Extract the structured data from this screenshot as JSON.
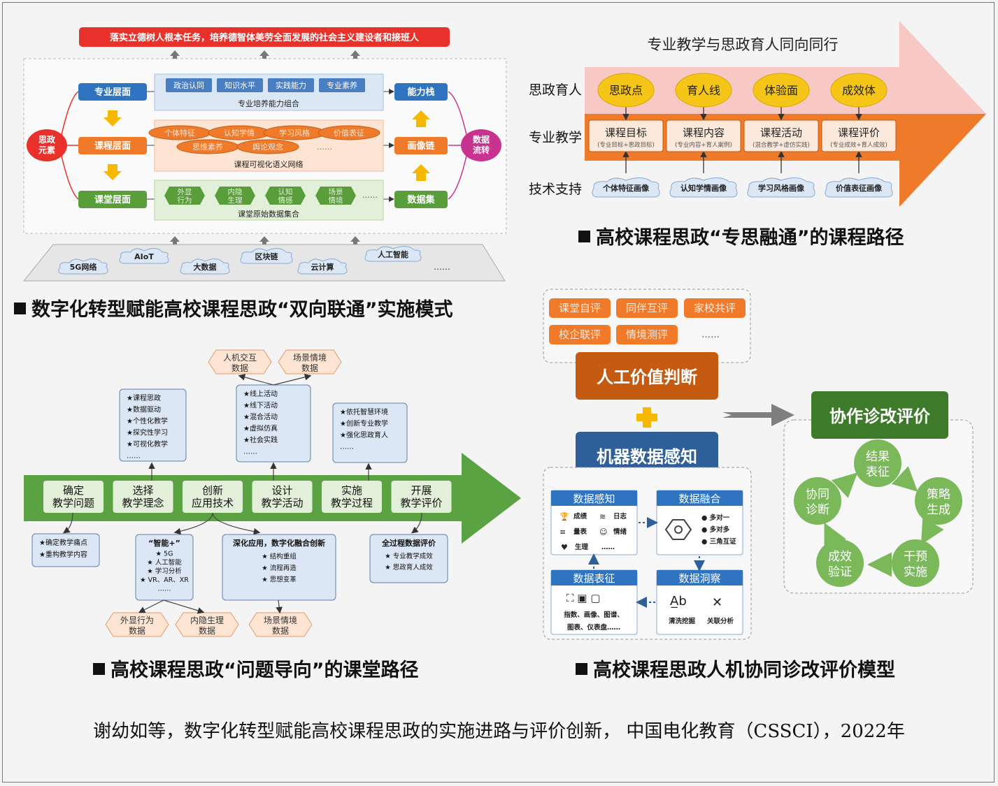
{
  "citation": "谢幼如等，数字化转型赋能高校课程思政的实施进路与评价创新， 中国电化教育（CSSCI），2022年",
  "colors": {
    "red": "#e8312a",
    "blue": "#2e74c0",
    "orange": "#ee7a2a",
    "green": "#5a9e3c",
    "dark_green": "#3d7a2a",
    "magenta": "#c7338f",
    "pink_arrow": "#f8c9c4",
    "teal_arrow": "#5aa242",
    "steel": "#2f5f99",
    "brown": "#c55a11"
  },
  "panel1": {
    "caption": "数字化转型赋能高校课程思政“双向联通”实施模式",
    "top_goal": "落实立德树人根本任务，培养德智体美劳全面发展的社会主义建设者和接班人",
    "left_node": "思政元素",
    "right_node": "数据流转",
    "layers": [
      "专业层面",
      "课程层面",
      "课堂层面"
    ],
    "right_stack": [
      "能力栈",
      "画像链",
      "数据集"
    ],
    "row1": {
      "items": [
        "政治认同",
        "知识水平",
        "实践能力",
        "专业素养"
      ],
      "label": "专业培养能力组合"
    },
    "row2": {
      "ovals": [
        "个体特征",
        "认知学情",
        "学习风格",
        "价值表征",
        "思维素养",
        "舆论观念"
      ],
      "more": "……",
      "label": "课程可视化语义网络"
    },
    "row3": {
      "hexes": [
        "外显行为",
        "内隐生理",
        "认知情感",
        "场景情境"
      ],
      "more": "……",
      "label": "课堂原始数据集合"
    },
    "clouds": [
      "5G网络",
      "AIoT",
      "大数据",
      "区块链",
      "云计算",
      "人工智能"
    ],
    "cloud_more": "……"
  },
  "panel2": {
    "caption": "高校课程思政“专思融通”的课程路径",
    "arrow_title": "专业教学与思政育人同向同行",
    "row_labels": [
      "思政育人",
      "专业教学",
      "技术支持"
    ],
    "ovals": [
      "思政点",
      "育人线",
      "体验面",
      "成效体"
    ],
    "boxes": [
      {
        "title": "课程目标",
        "sub": "(专业目标+思政目标)"
      },
      {
        "title": "课程内容",
        "sub": "(专业内容+育人案例)"
      },
      {
        "title": "课程活动",
        "sub": "(混合教学+虚仿实践)"
      },
      {
        "title": "课程评价",
        "sub": "(专业成效+育人成效)"
      }
    ],
    "clouds": [
      "个体特征画像",
      "认知学情画像",
      "学习风格画像",
      "价值表征画像"
    ]
  },
  "panel3": {
    "caption": "高校课程思政“问题导向”的课堂路径",
    "steps": [
      "确定教学问题",
      "选择教学理念",
      "创新应用技术",
      "设计教学活动",
      "实施教学过程",
      "开展教学评价"
    ],
    "top_hexes": [
      "人机交互数据",
      "场景情境数据"
    ],
    "box_concept": [
      "★课程思政",
      "★数据驱动",
      "★个性化教学",
      "★探究性学习",
      "★可视化教学",
      "……"
    ],
    "box_activity": [
      "★线上活动",
      "★线下活动",
      "★混合活动",
      "★虚拟仿真",
      "★社会实践",
      "……"
    ],
    "box_process": [
      "★依托智慧环境",
      "★创新专业教学",
      "★强化思政育人",
      "……"
    ],
    "box_problem": [
      "★确定教学痛点",
      "★重构教学内容"
    ],
    "box_smart": {
      "title": "“智能+”",
      "items": [
        "★ 5G",
        "★ 人工智能",
        "★ 学习分析",
        "★ VR、AR、XR",
        "……"
      ]
    },
    "box_deep": {
      "title": "深化应用，数字化融合创新",
      "items": [
        "★ 结构重组",
        "★ 流程再造",
        "★ 思想变革"
      ]
    },
    "box_eval": {
      "title": "全过程数据评价",
      "items": [
        "★ 专业教学成效",
        "★ 思政育人成效"
      ]
    },
    "bottom_hexes": [
      "外显行为数据",
      "内隐生理数据",
      "场景情境数据"
    ]
  },
  "panel4": {
    "caption": "高校课程思政人机协同诊改评价模型",
    "tags": [
      "课堂自评",
      "同伴互评",
      "家校共评",
      "校企联评",
      "情境测评"
    ],
    "tags_more": "……",
    "human": "人工价值判断",
    "plus": "+",
    "machine": "机器数据感知",
    "collab": "协作诊改评价",
    "cycle": [
      "结果表征",
      "策略生成",
      "干预实施",
      "成效验证",
      "协同诊断"
    ],
    "perception": {
      "title": "数据感知",
      "items": [
        "成绩",
        "日志",
        "量表",
        "情绪",
        "生理",
        "……"
      ]
    },
    "fusion": {
      "title": "数据融合",
      "items": [
        "多对一",
        "多对多",
        "三角互证"
      ]
    },
    "representation": {
      "title": "数据表征",
      "text1": "指数、画像、图谱、",
      "text2": "图表、仪表盘……"
    },
    "insight": {
      "title": "数据洞察",
      "items": [
        "清洗挖掘",
        "关联分析"
      ]
    }
  }
}
